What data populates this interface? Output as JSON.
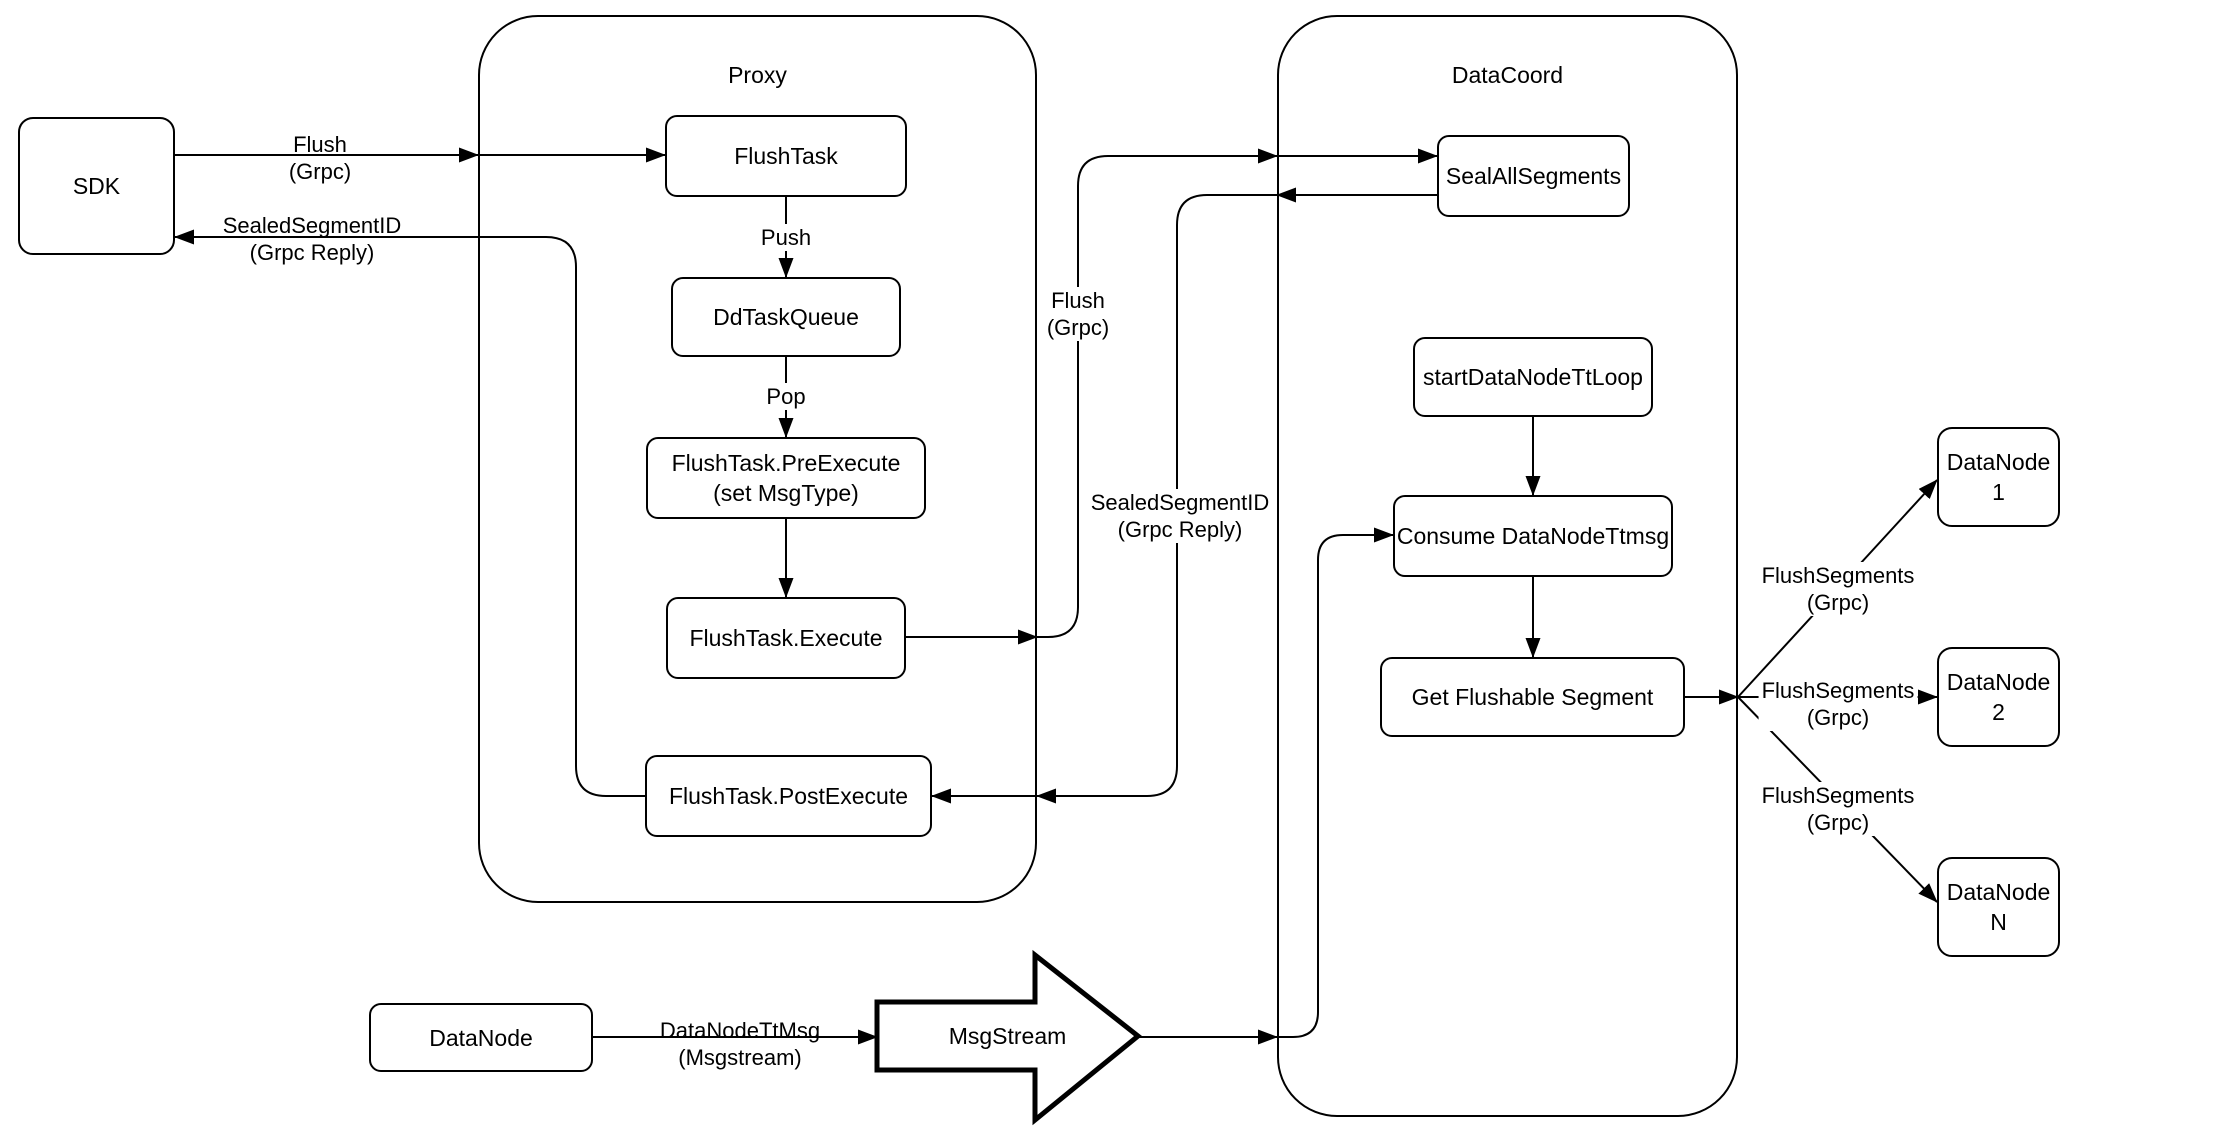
{
  "colors": {
    "background": "#ffffff",
    "stroke": "#000000",
    "text": "#000000"
  },
  "containers": {
    "proxy": {
      "title": "Proxy"
    },
    "datacoord": {
      "title": "DataCoord"
    }
  },
  "nodes": {
    "sdk": {
      "label": "SDK"
    },
    "flush_task": {
      "label": "FlushTask"
    },
    "dd_task_queue": {
      "label": "DdTaskQueue"
    },
    "pre_execute": {
      "label_lines": [
        "FlushTask.PreExecute",
        "(set MsgType)"
      ]
    },
    "execute": {
      "label": "FlushTask.Execute"
    },
    "post_execute": {
      "label": "FlushTask.PostExecute"
    },
    "seal_all_segments": {
      "label": "SealAllSegments"
    },
    "start_datanode_tt_loop": {
      "label": "startDataNodeTtLoop"
    },
    "consume_datanode_ttmsg": {
      "label": "Consume DataNodeTtmsg"
    },
    "get_flushable_segment": {
      "label": "Get Flushable Segment"
    },
    "datanode_1": {
      "label": "DataNode 1"
    },
    "datanode_2": {
      "label": "DataNode 2"
    },
    "datanode_n": {
      "label": "DataNode N"
    },
    "datanode": {
      "label": "DataNode"
    },
    "msgstream": {
      "label": "MsgStream"
    }
  },
  "edge_labels": {
    "sdk_flush": [
      "Flush",
      "(Grpc)"
    ],
    "sdk_reply": [
      "SealedSegmentID",
      "(Grpc Reply)"
    ],
    "push": "Push",
    "pop": "Pop",
    "execute_flush": [
      "Flush",
      "(Grpc)"
    ],
    "seal_reply": [
      "SealedSegmentID",
      "(Grpc Reply)"
    ],
    "flush_segments_1": [
      "FlushSegments",
      "(Grpc)"
    ],
    "flush_segments_2": [
      "FlushSegments",
      "(Grpc)"
    ],
    "flush_segments_3": [
      "FlushSegments",
      "(Grpc)"
    ],
    "datanode_ttmsg": [
      "DataNodeTtMsg",
      "(Msgstream)"
    ]
  }
}
